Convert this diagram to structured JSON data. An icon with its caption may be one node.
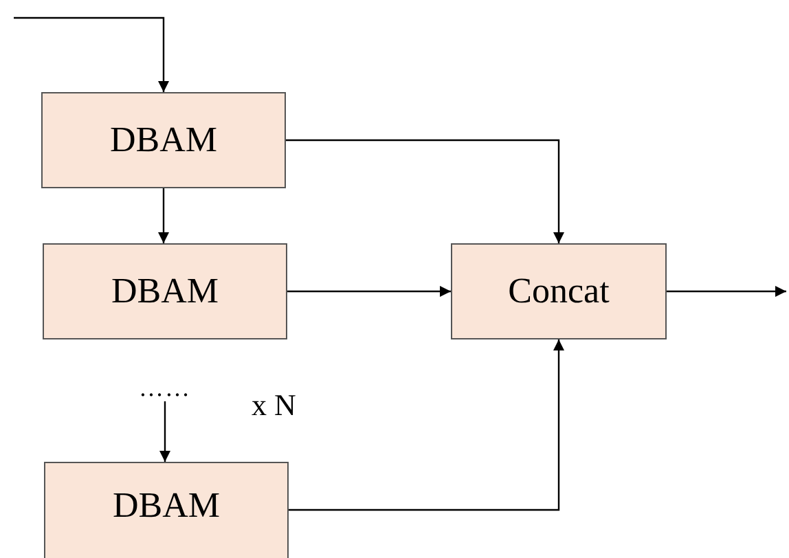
{
  "diagram": {
    "nodes": [
      {
        "text": [
          "DBAM"
        ]
      },
      {
        "text": [
          "DBAM"
        ]
      },
      {
        "text": [
          "……"
        ]
      },
      {
        "text": [
          "DBAM"
        ]
      },
      {
        "text": [
          "Concat"
        ]
      }
    ],
    "edges": [
      {
        "from": null,
        "to": 0,
        "arrow": "to"
      },
      {
        "from": 0,
        "to": 1,
        "arrow": "to"
      },
      {
        "from": 2,
        "to": 3,
        "arrow": "to"
      },
      {
        "from": 0,
        "to": 4,
        "arrow": "to"
      },
      {
        "from": 1,
        "to": 4,
        "arrow": "to"
      },
      {
        "from": 3,
        "to": 4,
        "arrow": "to"
      },
      {
        "from": 4,
        "to": null,
        "arrow": "to"
      }
    ],
    "labels": [
      "x N"
    ]
  }
}
